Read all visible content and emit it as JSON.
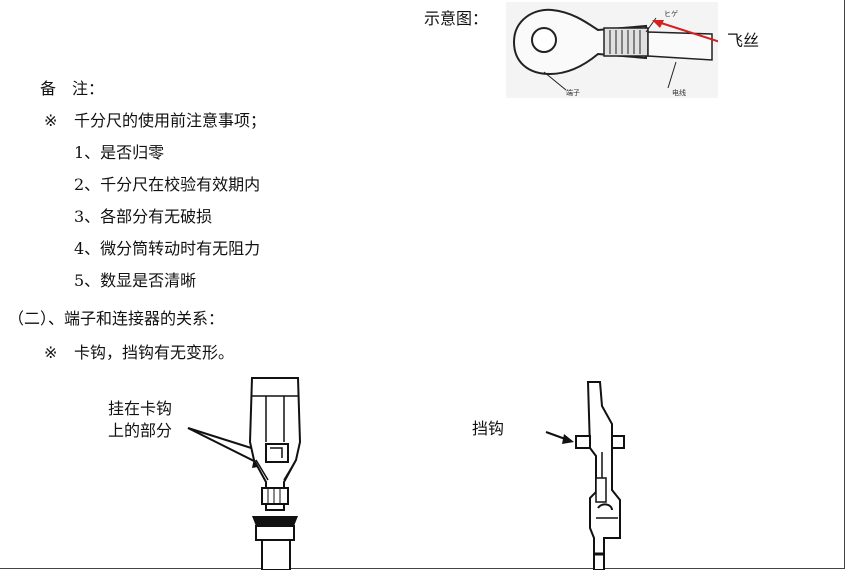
{
  "diagram_label": "示意图：",
  "flying_wire_label": "飞丝",
  "fig_terminal_label": "端子",
  "fig_wire_label": "电线",
  "fig_small_label": "ヒゲ",
  "remark_heading": "备　注：",
  "section1": {
    "mark": "※",
    "title": "千分尺的使用前注意事项；",
    "items": [
      "1、是否归零",
      "2、千分尺在校验有效期内",
      "3、各部分有无破损",
      "4、微分筒转动时有无阻力",
      "5、数显是否清晰"
    ]
  },
  "section2": {
    "title": "（二）、端子和连接器的关系：",
    "mark": "※",
    "subtitle": "卡钩，挡钩有无变形。"
  },
  "hook_label_line1": "挂在卡钩",
  "hook_label_line2": "上的部分",
  "stop_hook_label": "挡钩"
}
